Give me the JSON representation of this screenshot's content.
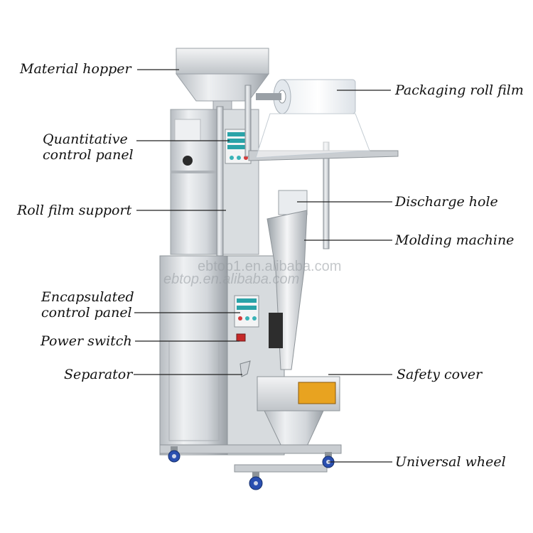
{
  "labels": {
    "material_hopper": "Material hopper",
    "packaging_roll_film": "Packaging roll film",
    "quantitative_control_panel_line1": "Quantitative",
    "quantitative_control_panel_line2": "control panel",
    "discharge_hole": "Discharge hole",
    "roll_film_support": "Roll film support",
    "molding_machine": "Molding machine",
    "encapsulated_control_panel_line1": "Encapsulated",
    "encapsulated_control_panel_line2": "control panel",
    "power_switch": "Power switch",
    "separator": "Separator",
    "safety_cover": "Safety cover",
    "universal_wheel": "Universal wheel"
  },
  "watermarks": {
    "line1": "ebtop1.en.alibaba.com",
    "line2": "ebtop.en.alibaba.com"
  },
  "colors": {
    "steel_light": "#e6e8ea",
    "steel_mid": "#c3c7cb",
    "steel_dark": "#8e9499",
    "leader_line": "#222222",
    "wheel_blue": "#2a4fb0",
    "panel_teal": "#3ab3b7",
    "warning_label": "#e8a320"
  }
}
